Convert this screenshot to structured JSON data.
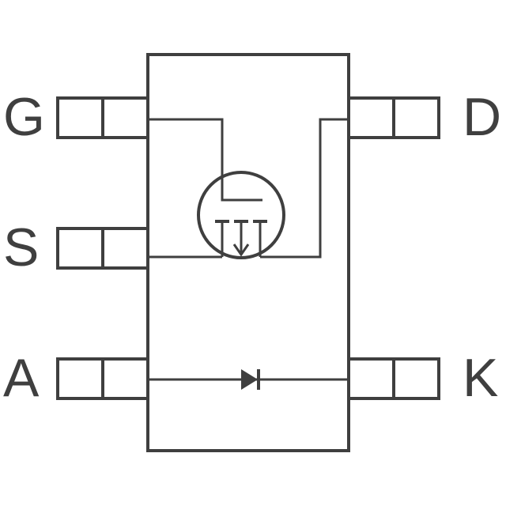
{
  "pins": {
    "gate": "G",
    "source": "S",
    "anode": "A",
    "drain": "D",
    "cathode": "K"
  },
  "colors": {
    "line": "#3f3f3f",
    "background": "#ffffff"
  }
}
